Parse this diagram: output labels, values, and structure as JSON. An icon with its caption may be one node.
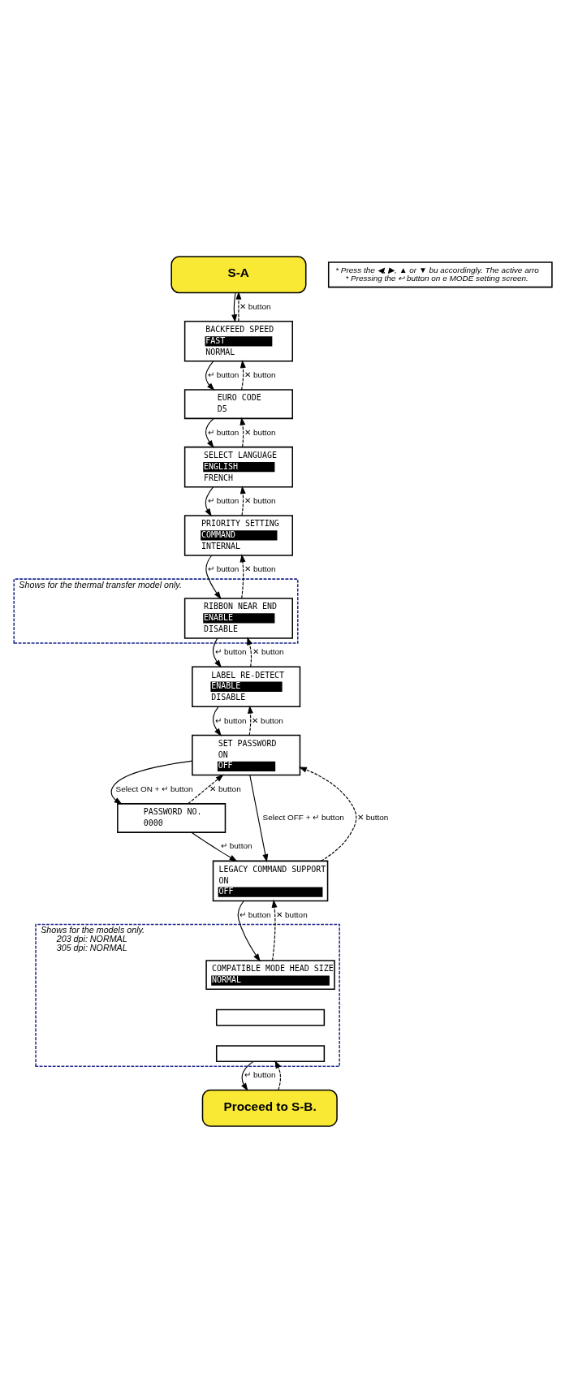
{
  "diagram": {
    "nodes": [
      {
        "text": [
          "S-A"
        ]
      },
      {
        "text": [
          "BACKFEED SPEED",
          "FAST",
          "NORMAL"
        ]
      },
      {
        "text": [
          "EURO CODE",
          "D5"
        ]
      },
      {
        "text": [
          "SELECT LANGUAGE",
          "ENGLISH",
          "FRENCH"
        ]
      },
      {
        "text": [
          "PRIORITY SETTING",
          "COMMAND",
          "INTERNAL"
        ]
      },
      {
        "text": [
          "Shows for the thermal transfer model only."
        ]
      },
      {
        "text": [
          "RIBBON NEAR END",
          "ENABLE",
          "DISABLE"
        ],
        "in": 5
      },
      {
        "text": [
          "LABEL RE-DETECT",
          "ENABLE",
          "DISABLE"
        ]
      },
      {
        "text": [
          "SET PASSWORD",
          "ON",
          "OFF"
        ]
      },
      {
        "text": [
          "PASSWORD NO.",
          "0000"
        ]
      },
      {
        "text": [
          "LEGACY COMMAND SUPPORT",
          "ON",
          "OFF"
        ]
      },
      {
        "text": [
          "Shows for the models only.",
          "203 dpi: NORMAL",
          "305 dpi: NORMAL"
        ]
      },
      {
        "text": [
          "COMPATIBLE MODE HEAD SIZE",
          "NORMAL"
        ],
        "in": 11
      },
      {
        "text": [],
        "shape": "box",
        "in": 11
      },
      {
        "text": [],
        "shape": "box",
        "in": 11
      },
      {
        "text": [
          "Proceed to S-B."
        ]
      },
      {
        "text": [
          "* Press the ◀, ▶, ▲ or ▼ bu accordingly. The active arro",
          "* Pressing the ↩ button on e MODE setting screen."
        ]
      }
    ],
    "edges": [
      {
        "from": 0,
        "to": 1,
        "arrow": "to"
      },
      {
        "from": 1,
        "to": 0,
        "arrow": "to",
        "style": "dashed",
        "label": "✕ button"
      },
      {
        "from": 1,
        "to": 2,
        "arrow": "to",
        "label": "↵ button"
      },
      {
        "from": 2,
        "to": 1,
        "arrow": "to",
        "style": "dashed",
        "label": "✕ button"
      },
      {
        "from": 2,
        "to": 3,
        "arrow": "to",
        "label": "↵ button"
      },
      {
        "from": 3,
        "to": 2,
        "arrow": "to",
        "style": "dashed",
        "label": "✕ button"
      },
      {
        "from": 3,
        "to": 4,
        "arrow": "to",
        "label": "↵ button"
      },
      {
        "from": 4,
        "to": 3,
        "arrow": "to",
        "style": "dashed",
        "label": "✕ button"
      },
      {
        "from": 4,
        "to": 6,
        "arrow": "to",
        "label": "↵ button"
      },
      {
        "from": 6,
        "to": 4,
        "arrow": "to",
        "style": "dashed",
        "label": "✕ button"
      },
      {
        "from": 6,
        "to": 7,
        "arrow": "to",
        "label": "↵ button"
      },
      {
        "from": 7,
        "to": 6,
        "arrow": "to",
        "style": "dashed",
        "label": "✕ button"
      },
      {
        "from": 7,
        "to": 8,
        "arrow": "to",
        "label": "↵ button"
      },
      {
        "from": 8,
        "to": 7,
        "arrow": "to",
        "style": "dashed",
        "label": "✕ button"
      },
      {
        "from": 8,
        "to": 9,
        "arrow": "to",
        "label": "Select ON + ↵ button"
      },
      {
        "from": 9,
        "to": 8,
        "arrow": "to",
        "style": "dashed",
        "label": "✕ button"
      },
      {
        "from": 8,
        "to": 10,
        "arrow": "to",
        "label": "Select OFF + ↵ button"
      },
      {
        "from": 9,
        "to": 10,
        "arrow": "to",
        "label": "↵ button"
      },
      {
        "from": 10,
        "to": 8,
        "arrow": "to",
        "style": "dashed",
        "label": "✕ button"
      },
      {
        "from": 10,
        "to": 12,
        "arrow": "to",
        "label": "↵ button"
      },
      {
        "from": 12,
        "to": 10,
        "arrow": "to",
        "style": "dashed",
        "label": "✕ button"
      },
      {
        "from": 14,
        "to": 15,
        "arrow": "to",
        "label": "↵ button"
      },
      {
        "from": 15,
        "to": 14,
        "arrow": "to",
        "style": "dashed"
      }
    ]
  }
}
